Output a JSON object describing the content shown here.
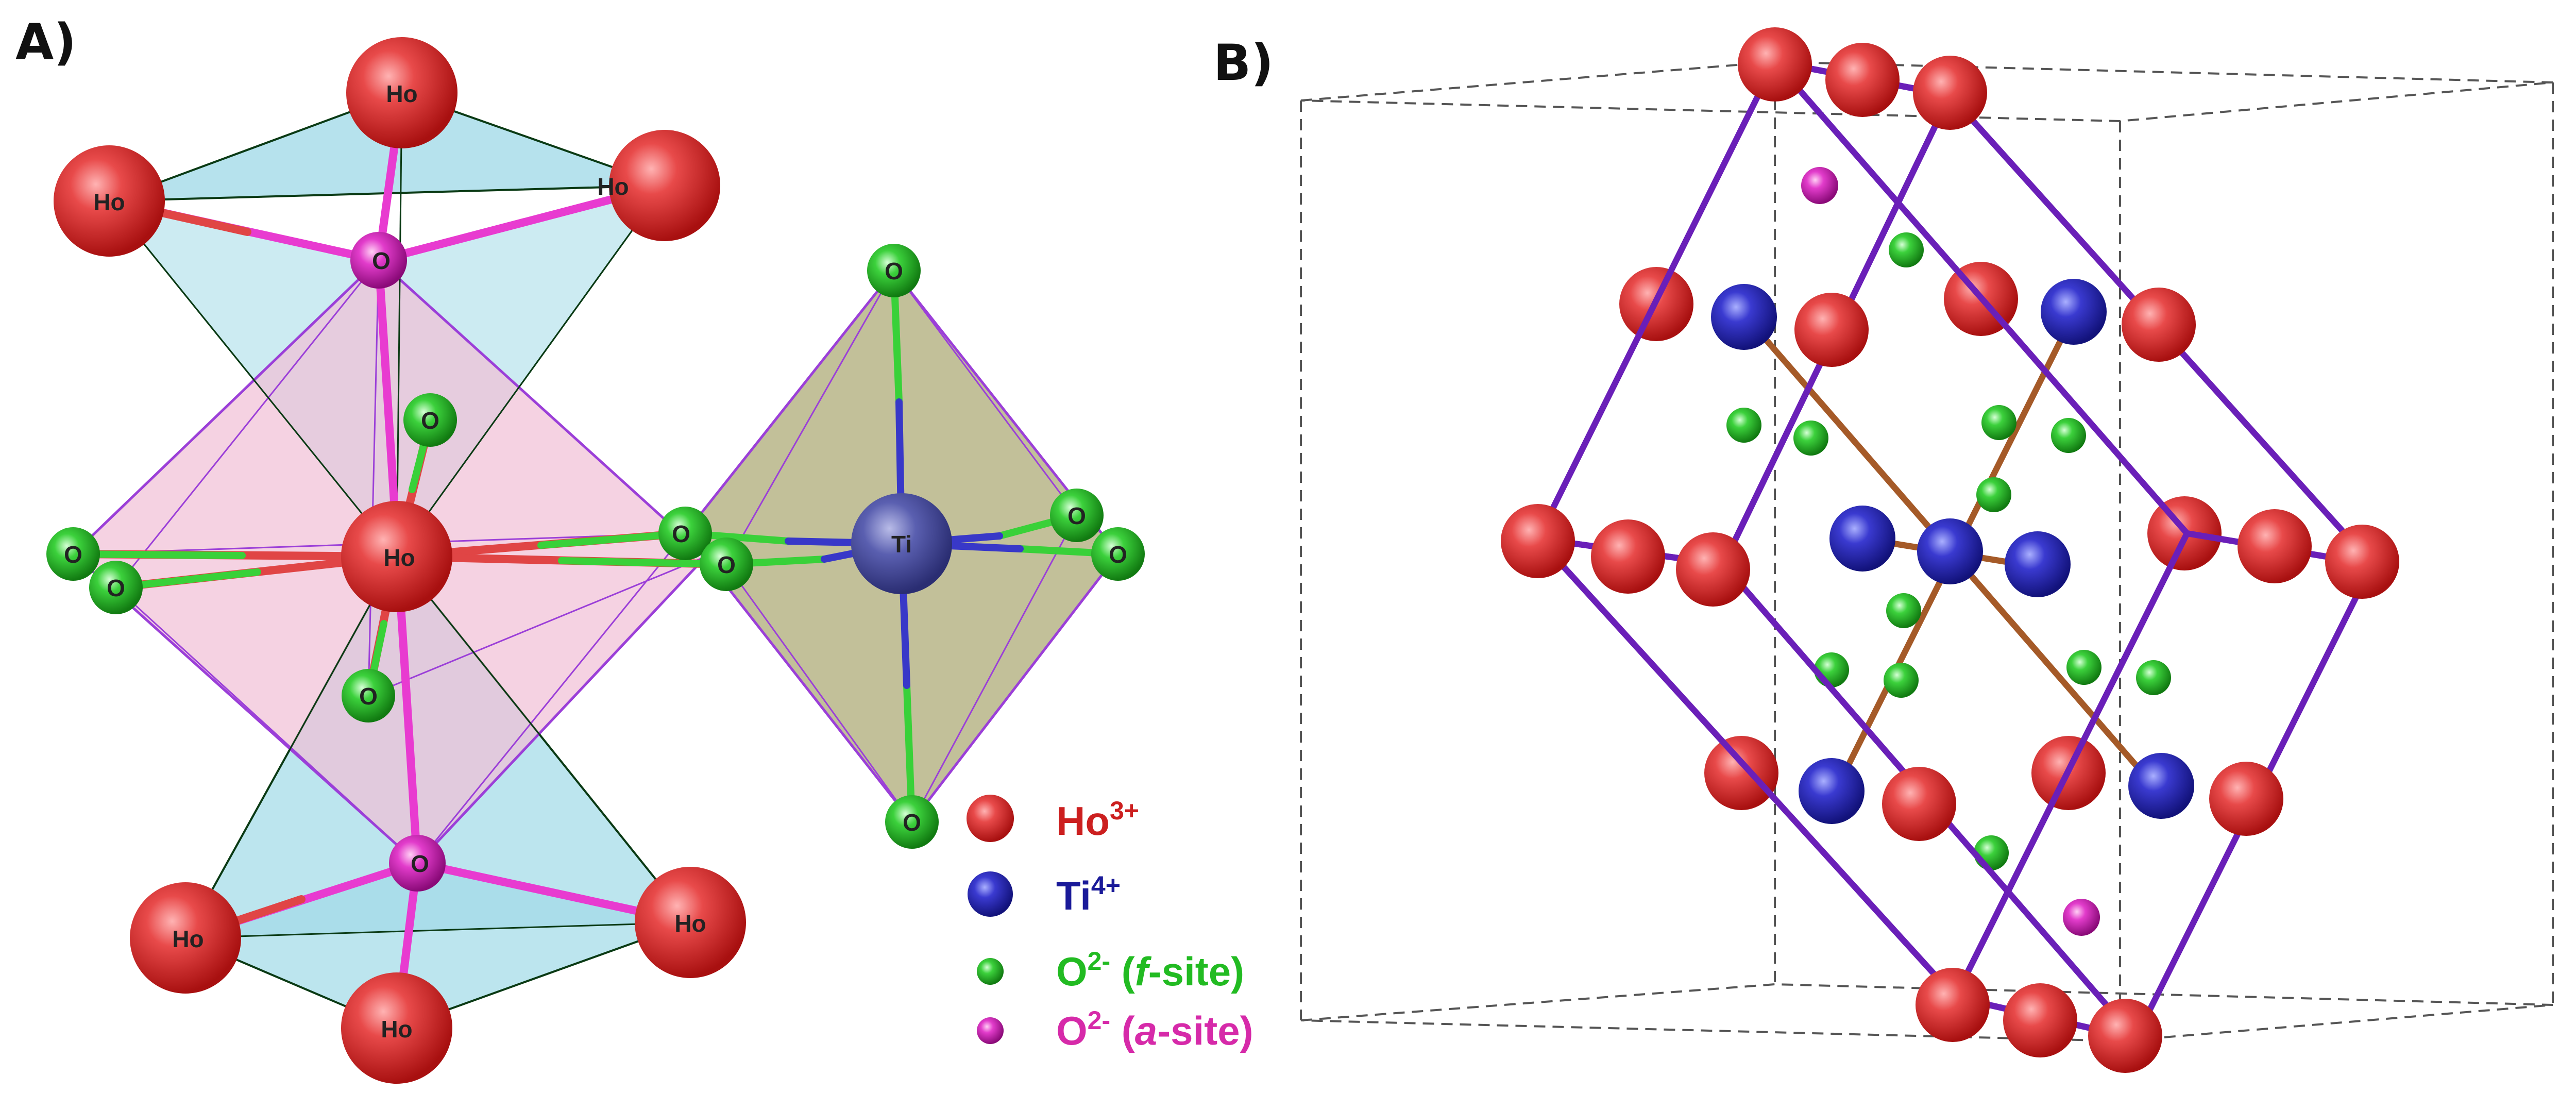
{
  "panel_a": {
    "label": "A)",
    "atom_labels": {
      "ho": "Ho",
      "o": "O",
      "ti": "Ti"
    }
  },
  "panel_b": {
    "label": "B)"
  },
  "legend": [
    {
      "base": "Ho",
      "sup": "3+",
      "suffix": "",
      "suffix_italic": "",
      "suffix_end": "",
      "color": "#cc1f1f",
      "atom_color": "#e04545"
    },
    {
      "base": "Ti",
      "sup": "4+",
      "suffix": "",
      "suffix_italic": "",
      "suffix_end": "",
      "color": "#1a1a99",
      "atom_color": "#3838c8"
    },
    {
      "base": "O",
      "sup": "2-",
      "suffix": " (",
      "suffix_italic": "f",
      "suffix_end": "-site)",
      "color": "#22bb22",
      "atom_color": "#39d139"
    },
    {
      "base": "O",
      "sup": "2-",
      "suffix": " (",
      "suffix_italic": "a",
      "suffix_end": "-site)",
      "color": "#d62aa9",
      "atom_color": "#e83bd0"
    }
  ],
  "colors": {
    "ho": "#e04545",
    "ti": "#3838c8",
    "o_f": "#39d139",
    "o_a": "#e83bd0",
    "bond_brown": "#a55a28",
    "cell_purple": "#6a1fb8",
    "poly_blue": "#8fd3e3",
    "poly_pink": "#f1bfd6",
    "poly_olive": "#a8a56e"
  }
}
